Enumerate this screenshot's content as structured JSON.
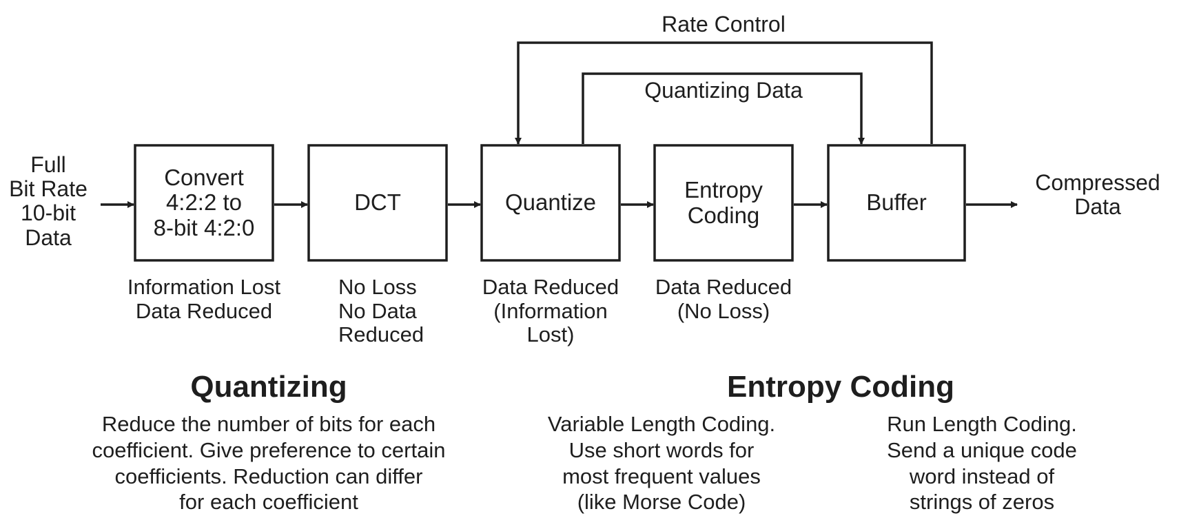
{
  "input": [
    "Full",
    "Bit Rate",
    "10-bit",
    "Data"
  ],
  "output": [
    "Compressed",
    "Data"
  ],
  "feedback": {
    "rate_control": "Rate Control",
    "quantizing_data": "Quantizing Data"
  },
  "blocks": [
    {
      "label": [
        "Convert",
        "4:2:2 to",
        "8-bit 4:2:0"
      ],
      "note": [
        "Information Lost",
        "Data Reduced"
      ]
    },
    {
      "label": [
        "DCT"
      ],
      "note": [
        "No Loss",
        "No Data",
        "Reduced"
      ]
    },
    {
      "label": [
        "Quantize"
      ],
      "note": [
        "Data Reduced",
        "(Information",
        "Lost)"
      ]
    },
    {
      "label": [
        "Entropy",
        "Coding"
      ],
      "note": [
        "Data Reduced",
        "(No Loss)"
      ]
    },
    {
      "label": [
        "Buffer"
      ],
      "note": []
    }
  ],
  "quantizing": {
    "title": "Quantizing",
    "text": [
      "Reduce the number of bits for each",
      "coefficient. Give preference to certain",
      "coefficients. Reduction can differ",
      "for each coefficient"
    ]
  },
  "entropy_coding": {
    "title": "Entropy Coding",
    "vlc": [
      "Variable Length Coding.",
      "Use short words for",
      "most frequent values",
      "(like Morse Code)"
    ],
    "rlc": [
      "Run Length Coding.",
      "Send a unique code",
      "word instead of",
      "strings of zeros"
    ]
  }
}
